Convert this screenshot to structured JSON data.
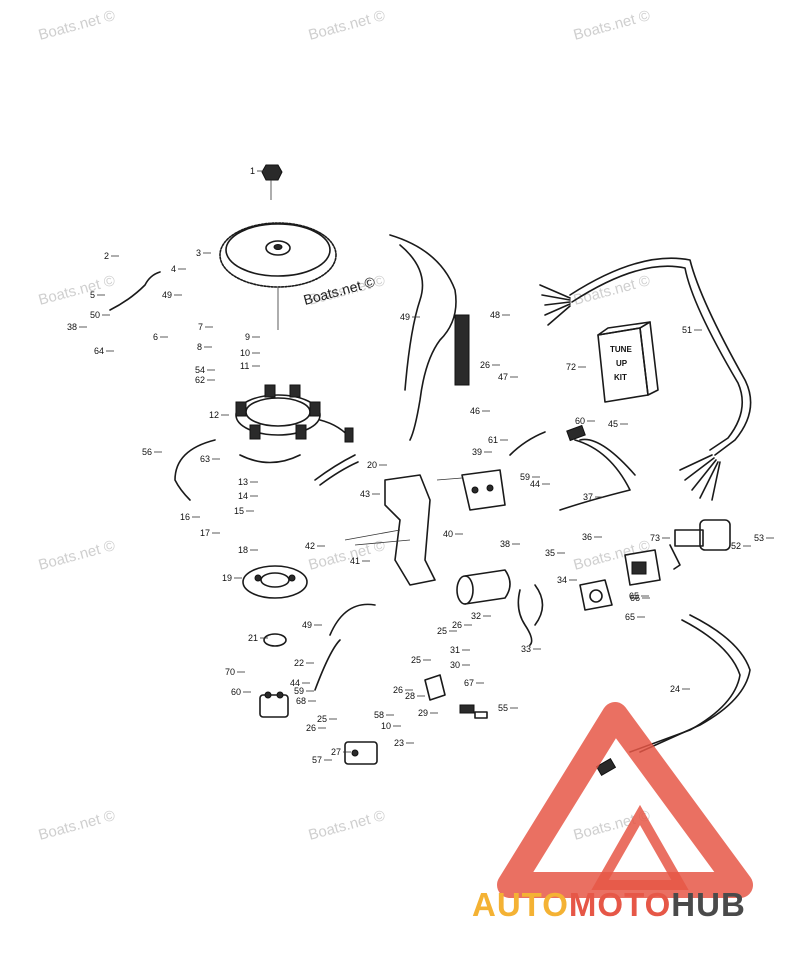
{
  "watermarks": [
    "Boats.net ©",
    "Boats.net ©",
    "Boats.net ©",
    "Boats.net ©",
    "Boats.net ©",
    "Boats.net ©",
    "Boats.net ©",
    "Boats.net ©",
    "Boats.net ©",
    "Boats.net ©",
    "Boats.net ©",
    "Boats.net ©"
  ],
  "center_watermark": "Boats.net ©",
  "tune_up_kit": {
    "line1": "TUNE",
    "line2": "UP",
    "line3": "KIT"
  },
  "callouts": [
    "1",
    "2",
    "3",
    "4",
    "5",
    "49",
    "50",
    "38",
    "64",
    "6",
    "7",
    "8",
    "9",
    "10",
    "11",
    "54",
    "62",
    "12",
    "56",
    "63",
    "20",
    "48",
    "49",
    "26",
    "47",
    "46",
    "51",
    "72",
    "60",
    "45",
    "61",
    "39",
    "59",
    "44",
    "43",
    "13",
    "14",
    "37",
    "16",
    "15",
    "17",
    "18",
    "42",
    "40",
    "38",
    "41",
    "36",
    "35",
    "53",
    "52",
    "73",
    "19",
    "66",
    "65",
    "34",
    "65",
    "49",
    "32",
    "25",
    "26",
    "33",
    "21",
    "22",
    "31",
    "30",
    "70",
    "44",
    "59",
    "60",
    "68",
    "25",
    "26",
    "28",
    "29",
    "67",
    "55",
    "24",
    "25",
    "58",
    "26",
    "10",
    "27",
    "23",
    "57"
  ],
  "brand": {
    "part1": "AUTO",
    "part2": "MOTO",
    "part3": "HUB",
    "colors": {
      "auto": "#f4b234",
      "moto": "#e65747",
      "hub": "#4a4a4a",
      "triangle": "#e65747"
    }
  }
}
